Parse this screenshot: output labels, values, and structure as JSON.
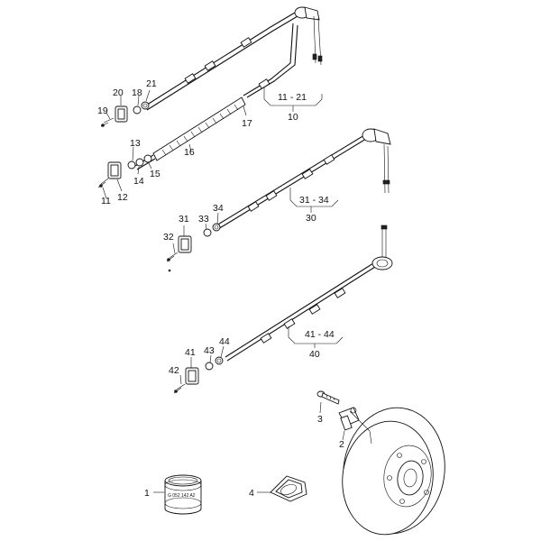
{
  "callouts": {
    "n1": "1",
    "n2": "2",
    "n3": "3",
    "n4": "4",
    "n10": "10",
    "n11": "11",
    "n12": "12",
    "n13": "13",
    "n14": "14",
    "n15": "15",
    "n16": "16",
    "n17": "17",
    "n18": "18",
    "n19": "19",
    "n20": "20",
    "n21": "21",
    "n30": "30",
    "n31": "31",
    "n32": "32",
    "n33": "33",
    "n34": "34",
    "n40": "40",
    "n41": "41",
    "n42": "42",
    "n43": "43",
    "n44": "44",
    "range_11_21": "11 - 21",
    "range_31_34": "31 - 34",
    "range_41_44": "41 - 44"
  },
  "part_marking": "G 052 142 A2"
}
